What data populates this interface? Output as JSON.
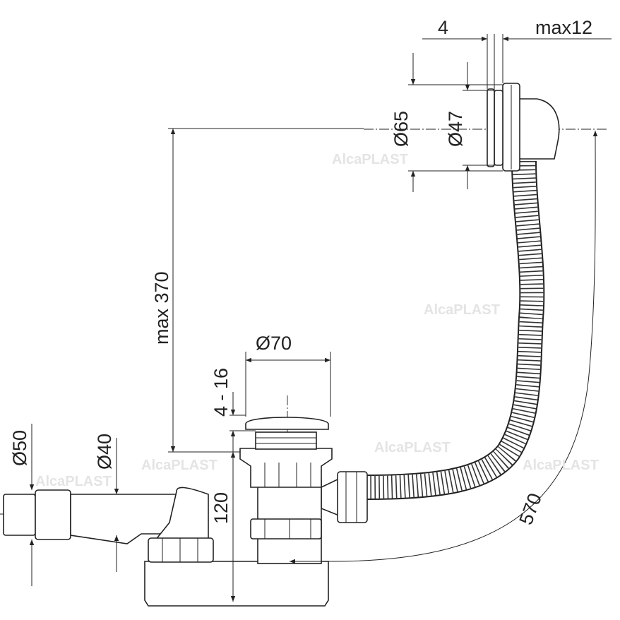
{
  "watermark": "AlcaPLAST",
  "dimensions": {
    "flange_thickness": "4",
    "max_wall": "max12",
    "outer_diameter_overflow": "Ø65",
    "inner_diameter_overflow": "Ø47",
    "max_height": "max 370",
    "plug_diameter": "Ø70",
    "plug_range": "4 - 16",
    "trap_height": "120",
    "outlet_outer": "Ø50",
    "outlet_inner": "Ø40",
    "hose_length": "570"
  }
}
